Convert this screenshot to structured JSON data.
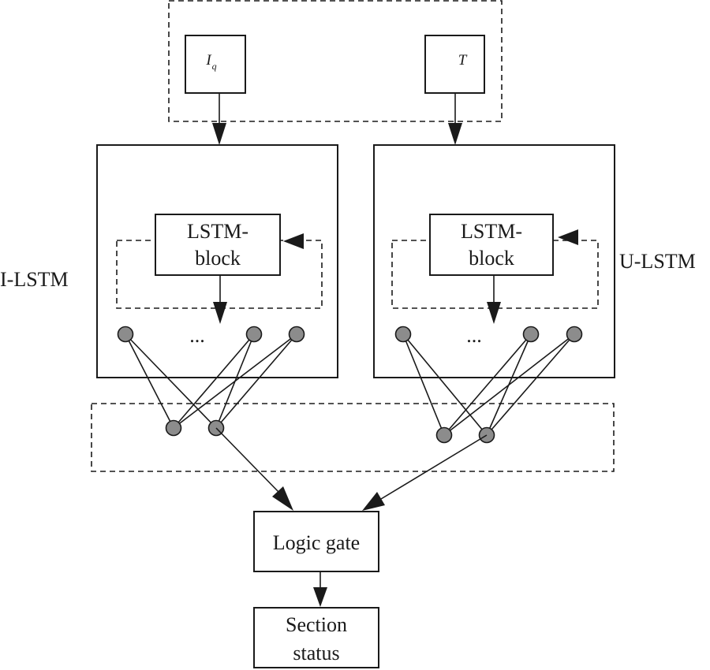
{
  "inputs": {
    "current": {
      "symbol": "I",
      "subscript": "q"
    },
    "time": {
      "symbol": "T"
    }
  },
  "left_network": {
    "name": "I-LSTM",
    "block_line1": "LSTM-",
    "block_line2": "block",
    "ellipsis": "..."
  },
  "right_network": {
    "name": "U-LSTM",
    "block_line1": "LSTM-",
    "block_line2": "block",
    "ellipsis": "..."
  },
  "logic_gate": {
    "label": "Logic gate"
  },
  "output": {
    "line1": "Section",
    "line2": "status"
  },
  "colors": {
    "stroke": "#1a1a1a",
    "node_fill": "#8c8c8c",
    "background": "#ffffff"
  }
}
